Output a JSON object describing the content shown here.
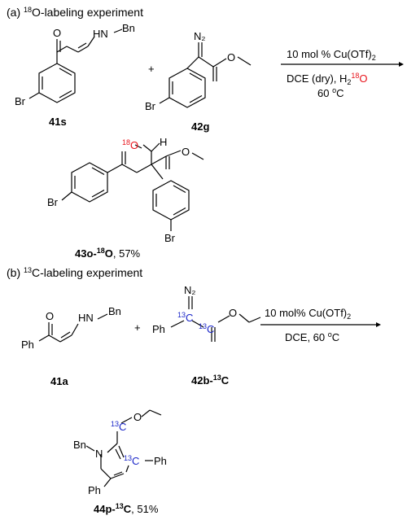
{
  "panel_a": {
    "title_prefix": "(a) ",
    "title_sup": "18",
    "title_rest": "O-labeling experiment",
    "reactant1": {
      "label": "41s",
      "substituents": {
        "br": "Br",
        "nh": "HN",
        "bn": "Bn",
        "o": "O"
      }
    },
    "plus": "+",
    "reactant2": {
      "label": "42g",
      "substituents": {
        "br": "Br",
        "n2": "N₂",
        "o": "O"
      }
    },
    "conditions": {
      "line1_main": "10 mol % Cu(OTf)",
      "line1_sub": "2",
      "line2_main": "DCE (dry), H",
      "line2_sub": "2",
      "line2_sup": "18",
      "line2_o": "O",
      "line3_main": "60 ",
      "line3_sup": "o",
      "line3_end": "C"
    },
    "product": {
      "label_main": "43o-",
      "label_sup": "18",
      "label_o": "O",
      "yield": ", 57%",
      "iso_sup": "18",
      "iso_o": "O",
      "h": "H",
      "o": "O",
      "br_left": "Br",
      "br_bottom": "Br"
    }
  },
  "panel_b": {
    "title_prefix": "(b) ",
    "title_sup": "13",
    "title_rest": "C-labeling experiment",
    "reactant1": {
      "label": "41a",
      "substituents": {
        "ph": "Ph",
        "o": "O",
        "nh": "HN",
        "bn": "Bn"
      }
    },
    "plus": "+",
    "reactant2": {
      "label_main": "42b-",
      "label_sup": "13",
      "label_c": "C",
      "n2": "N₂",
      "ph": "Ph",
      "iso1_sup": "13",
      "iso1_c": "C",
      "iso2_sup": "13",
      "iso2_c": "C",
      "o": "O"
    },
    "conditions": {
      "line1_main": "10 mol% Cu(OTf)",
      "line1_sub": "2",
      "line2_main": "DCE, 60 ",
      "line2_sup": "o",
      "line2_end": "C"
    },
    "product": {
      "label_main": "44p-",
      "label_sup": "13",
      "label_c": "C",
      "yield": ", 51%",
      "bn": "Bn",
      "n": "N",
      "ph_left": "Ph",
      "ph_right": "Ph",
      "o": "O",
      "iso1_sup": "13",
      "iso1_c": "C",
      "iso2_sup": "13",
      "iso2_c": "C"
    }
  }
}
